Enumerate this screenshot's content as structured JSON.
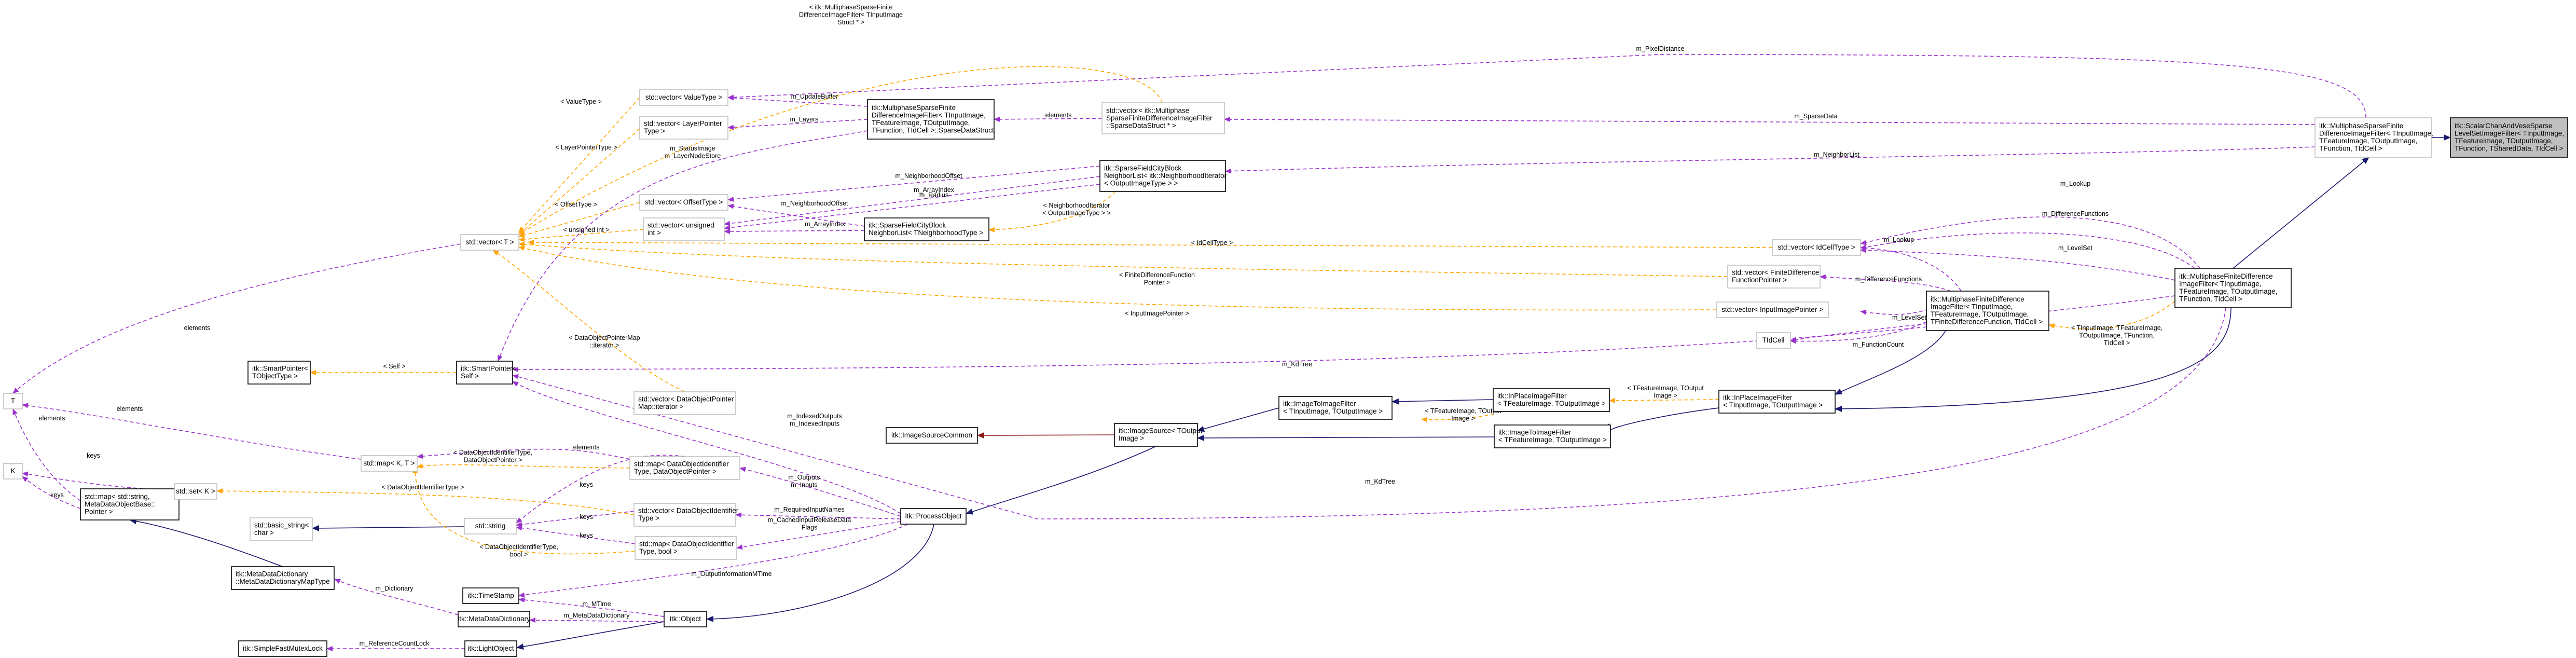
{
  "nodes": {
    "scalar": [
      "itk::ScalarChanAndVeseSparse",
      "LevelSetImageFilter< TInputImage,",
      "TFeatureImage, TOutputImage,",
      "TFunction, TSharedData, TIdCell >"
    ],
    "multiSparse": [
      "itk::MultiphaseSparseFinite",
      "DifferenceImageFilter< TInputImage,",
      "TFeatureImage, TOutputImage,",
      "TFunction, TIdCell >"
    ],
    "multiFinite": [
      "itk::MultiphaseFiniteDifference",
      "ImageFilter< TInputImage,",
      "TFeatureImage, TOutputImage,",
      "TFunction, TIdCell >"
    ],
    "multiFiniteExpl": [
      "itk::MultiphaseFiniteDifference",
      "ImageFilter< TInputImage,",
      "TFeatureImage, TOutputImage,",
      "TFiniteDifferenceFunction, TIdCell >"
    ],
    "inPlaceTOut": [
      "itk::InPlaceImageFilter",
      "< TFeatureImage, TOutputImage >"
    ],
    "inPlaceTIn": [
      "itk::InPlaceImageFilter",
      "< TInputImage, TOutputImage >"
    ],
    "i2iTFeat": [
      "itk::ImageToImageFilter",
      "< TFeatureImage, TOutputImage >"
    ],
    "i2iTIn": [
      "itk::ImageToImageFilter",
      "< TInputImage, TOutputImage >"
    ],
    "imgSource": [
      "itk::ImageSource< TOutput",
      "Image >"
    ],
    "imgSourceCommon": [
      "itk::ImageSourceCommon"
    ],
    "processObject": [
      "itk::ProcessObject"
    ],
    "object": [
      "itk::Object"
    ],
    "lightObject": [
      "itk::LightObject"
    ],
    "simpleMutex": [
      "itk::SimpleFastMutexLock"
    ],
    "timeStamp": [
      "itk::TimeStamp"
    ],
    "metaDict": [
      "itk::MetaDataDictionary"
    ],
    "metaDictMap": [
      "itk::MetaDataDictionary",
      "::MetaDataDictionaryMapType"
    ],
    "stdMapStrMeta": [
      "std::map< std::string,",
      "MetaDataObjectBase::",
      "Pointer >"
    ],
    "stdString": [
      "std::string"
    ],
    "basicString": [
      "std::basic_string<",
      "char >"
    ],
    "stdVecDOIT": [
      "std::vector< DataObjectIdentifier",
      "Type >"
    ],
    "stdMapDOITbool": [
      "std::map< DataObjectIdentifier",
      "Type, bool >"
    ],
    "stdMapDOIT": [
      "std::map< DataObjectIdentifier",
      "Type, DataObjectPointer >"
    ],
    "stdMapKT": [
      "std::map< K, T >"
    ],
    "stdSetK": [
      "std::set< K >"
    ],
    "nodeK": [
      "K"
    ],
    "nodeT": [
      "T"
    ],
    "smartSelf": [
      "itk::SmartPointer<",
      "Self >"
    ],
    "smartObj": [
      "itk::SmartPointer<",
      "TObjectType >"
    ],
    "stdVecDOP": [
      "std::vector< DataObjectPointer",
      "Map::iterator >"
    ],
    "stdVecT": [
      "std::vector< T >"
    ],
    "stdVecValueType": [
      "std::vector< ValueType >"
    ],
    "stdVecLayerPtr": [
      "std::vector< LayerPointer",
      "Type >"
    ],
    "stdVecOffset": [
      "std::vector< OffsetType >"
    ],
    "stdVecUInt": [
      "std::vector< unsigned",
      "int >"
    ],
    "multiSparseDataStruct": [
      "itk::MultiphaseSparseFinite",
      "DifferenceImageFilter< TInputImage,",
      "TFeatureImage, TOutputImage,",
      "TFunction, TIdCell >::SparseDataStruct"
    ],
    "stdVecSparseData": [
      "std::vector< itk::Multiphase",
      "SparseFiniteDifferenceImageFilter",
      "::SparseDataStruct * >"
    ],
    "sparseFieldNbIt": [
      "itk::SparseFieldCityBlock",
      "NeighborList< itk::NeighborhoodIterator",
      "< OutputImageType > >"
    ],
    "sparseFieldTNb": [
      "itk::SparseFieldCityBlock",
      "NeighborList< TNeighborhoodType >"
    ],
    "stdVecIdCell": [
      "std::vector< IdCellType >"
    ],
    "stdVecFDF": [
      "std::vector< FiniteDifference",
      "FunctionPointer >"
    ],
    "stdVecInputImg": [
      "std::vector< InputImagePointer >"
    ],
    "tIdCell": [
      "TIdCell"
    ]
  },
  "edges": {
    "pixelDistance": "m_PixelDistance",
    "sparseData": "m_SparseData",
    "neighborList": "m_NeighborList",
    "multiFiniteToMultiSparse": "",
    "lookup": "m_Lookup",
    "diffFunctions": "m_DifferenceFunctions",
    "levelSet": "m_LevelSet",
    "functionCount": "m_FunctionCount",
    "kdTree": "m_KdTree",
    "tplMultiFinite": [
      "< TInputImage, TFeatureImage,",
      "TOutputImage, TFunction,",
      "TIdCell >"
    ],
    "lookupExpl": "m_Lookup",
    "diffFunctionsExpl": "m_DifferenceFunctions",
    "levelSetExpl": "m_LevelSet",
    "functionCountExpl": "m_FunctionCount",
    "kdTreeExpl": "m_KdTree",
    "tplInPlaceTOut": [
      "< TFeatureImage, TOutput",
      "Image >"
    ],
    "tplI2ITFeat": [
      "< TFeatureImage, TOutput",
      "Image >"
    ],
    "idCellType": "< IdCellType >",
    "fdfPointer": [
      "< FiniteDifferenceFunction",
      "Pointer >"
    ],
    "inputImagePointer": "< InputImagePointer >",
    "unsignedInt": "< unsigned int >",
    "offsetType": "< OffsetType >",
    "layerPointerType": "< LayerPointerType >",
    "valueType": "< ValueType >",
    "statusImage": [
      "m_StatusImage",
      "m_LayerNodeStore"
    ],
    "updateBuffer": "m_UpdateBuffer",
    "layers": "m_Layers",
    "nbOffset": "m_NeighborhoodOffset",
    "radius": "m_Radius",
    "arrayIndex": "m_ArrayIndex",
    "nbOffset2": "m_NeighborhoodOffset",
    "arrayIndex2": "m_ArrayIndex",
    "tplNbIt": [
      "< NeighborhoodIterator",
      "< OutputImageType > >"
    ],
    "elementsSparse": "elements",
    "tplSparseStruct": [
      "< itk::MultiphaseSparseFinite",
      "DifferenceImageFilter< TInputImage",
      "Struct * >"
    ],
    "elementsT": "elements",
    "tplSelf": "< Self >",
    "tplDOPIt": [
      "< DataObjectPointerMap",
      "::iterator >"
    ],
    "indexedOutputs": [
      "m_IndexedOutputs",
      "m_IndexedInputs"
    ],
    "outputs": [
      "m_Outputs",
      "m_Inputs"
    ],
    "requiredInputNames": "m_RequiredInputNames",
    "cachedInputRelease": [
      "m_CachedInputReleaseData",
      "Flags"
    ],
    "outputInfoMTime": "m_OutputInformationMTime",
    "mTime": "m_MTime",
    "metaDataDict": "m_MetaDataDictionary",
    "refCountLock": "m_ReferenceCountLock",
    "dictionary": "m_Dictionary",
    "elementsMapKT": "elements",
    "keysMapDOIT": "keys",
    "keysMapBool": "keys",
    "keysVec": "keys",
    "tplDOIT_bool": [
      "< DataObjectIdentifierType,",
      "bool >"
    ],
    "tplDOIT": "< DataObjectIdentifierType >",
    "tplDOIT_ptr": [
      "< DataObjectIdentifierType,",
      "DataObjectPointer >"
    ],
    "elementsStrMap": "elements",
    "keysSet": "keys",
    "keysStrMap": "keys",
    "elementsMapT": "elements",
    "keysK": "keys"
  }
}
